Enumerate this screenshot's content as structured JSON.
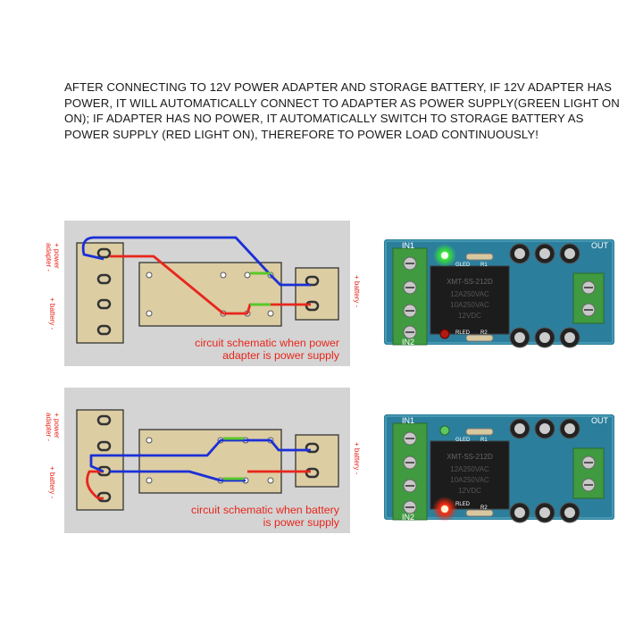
{
  "description": {
    "line1": "AFTER CONNECTING TO 12V POWER ADAPTER AND STORAGE BATTERY, IF 12V ADAPTER HAS",
    "line2": "POWER, IT WILL AUTOMATICALLY CONNECT TO ADAPTER AS POWER SUPPLY(GREEN LIGHT ON",
    "line3": "ON); IF ADAPTER HAS NO POWER, IT AUTOMATICALLY SWITCH TO STORAGE BATTERY AS",
    "line4": "POWER SUPPLY (RED LIGHT ON), THEREFORE TO POWER LOAD CONTINUOUSLY!"
  },
  "schematics": [
    {
      "caption_line1": "circuit schematic when power",
      "caption_line2": "adapter is power supply"
    },
    {
      "caption_line1": "circuit schematic when battery",
      "caption_line2": "is power supply"
    }
  ],
  "side_labels": {
    "power_adapter": "+ power\nadapter -",
    "battery_left": "+ battery -",
    "battery_right": "+ battery -"
  },
  "board": {
    "in_label": "IN1",
    "in2_label": "IN2",
    "out_label": "OUT",
    "relay_line1": "XMT-SS-212D",
    "relay_line2": "12A250VAC",
    "relay_line3": "10A250VAC",
    "relay_line4": "12VDC",
    "gled_label": "GLED",
    "rled_label": "RLED",
    "r1_label": "R1",
    "r2_label": "R2"
  },
  "colors": {
    "wire_red": "#e8261c",
    "wire_blue": "#1b2fd6",
    "wire_green": "#5ac82a",
    "led_green": "#38e038",
    "led_red": "#f02a10",
    "board_blue": "#2b7f9c",
    "terminal_green": "#3f9a40"
  }
}
